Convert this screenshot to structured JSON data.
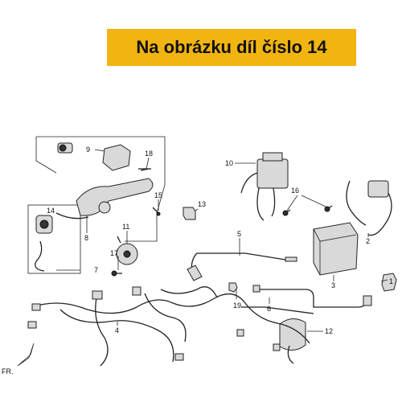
{
  "banner": {
    "text": "Na obrázku díl číslo 14"
  },
  "colors": {
    "banner": "#f2b411",
    "highlight_part": "#cc2222"
  },
  "direction_label": "FR.",
  "callouts": [
    "1",
    "2",
    "3",
    "4",
    "5",
    "6",
    "7",
    "8",
    "9",
    "10",
    "11",
    "12",
    "13",
    "14",
    "15",
    "16",
    "17",
    "18",
    "19"
  ]
}
